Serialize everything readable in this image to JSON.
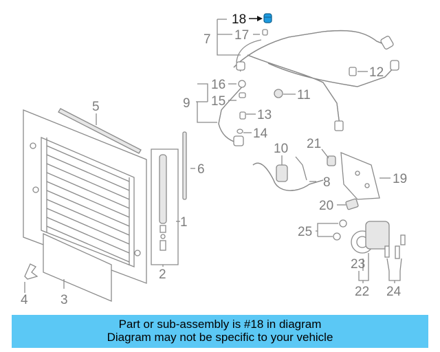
{
  "diagram": {
    "highlight_color": "#1e9be0",
    "callouts": {
      "c1": "1",
      "c2": "2",
      "c3": "3",
      "c4": "4",
      "c5": "5",
      "c6": "6",
      "c7": "7",
      "c8": "8",
      "c9": "9",
      "c10": "10",
      "c11": "11",
      "c12": "12",
      "c13": "13",
      "c14": "14",
      "c15": "15",
      "c16": "16",
      "c17": "17",
      "c18": "18",
      "c19": "19",
      "c20": "20",
      "c21": "21",
      "c22": "22",
      "c23": "23",
      "c24": "24",
      "c25": "25"
    }
  },
  "banner": {
    "line1": "Part or sub-assembly is #18 in diagram",
    "line2": "Diagram may not be specific to your vehicle",
    "background": "#5bc8f5"
  }
}
